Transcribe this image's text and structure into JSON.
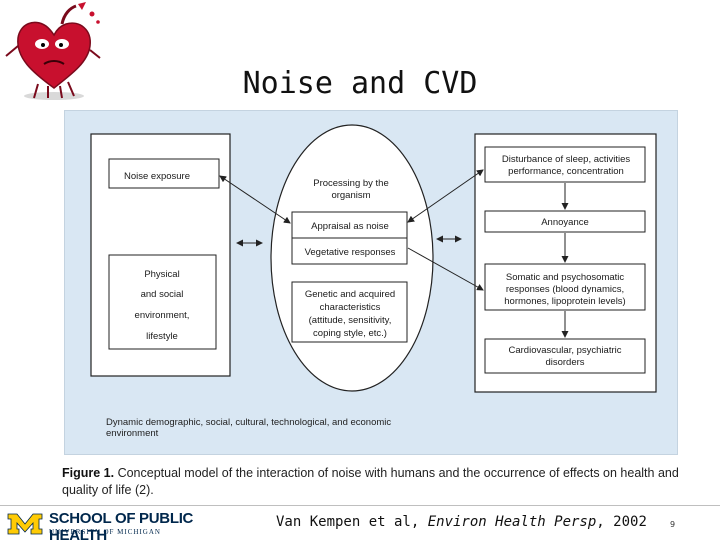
{
  "slide": {
    "title": "Noise and CVD",
    "slide_number": "9"
  },
  "diagram": {
    "left_box": {
      "noise_exposure": "Noise exposure",
      "physical_lines": [
        "Physical",
        "and social",
        "environment,",
        "lifestyle"
      ]
    },
    "center_oval": {
      "processing_lines": [
        "Processing by the",
        "organism"
      ],
      "appraisal": "Appraisal as noise",
      "vegetative": "Vegetative responses",
      "genetic_lines": [
        "Genetic and acquired",
        "characteristics",
        "(attitude, sensitivity,",
        "coping style, etc.)"
      ]
    },
    "right_box": {
      "disturbance_lines": [
        "Disturbance of sleep, activities",
        "performance, concentration"
      ],
      "annoyance": "Annoyance",
      "somatic_lines": [
        "Somatic and psychosomatic",
        "responses (blood dynamics,",
        "hormones, lipoprotein levels)"
      ],
      "cardio_lines": [
        "Cardiovascular, psychiatric",
        "disorders"
      ]
    },
    "environment": "Dynamic demographic, social, cultural, technological, and economic environment"
  },
  "caption": {
    "label": "Figure 1.",
    "text": "Conceptual model of the interaction of noise with humans and the occurrence of effects on health and quality of life (2)."
  },
  "footer": {
    "school_name": "SCHOOL OF PUBLIC HEALTH",
    "school_sub": "UNIVERSITY OF MICHIGAN",
    "citation_authors": "Van Kempen et al, ",
    "citation_journal": "Environ Health Persp",
    "citation_year": ", 2002"
  },
  "colors": {
    "figure_bg": "#d9e7f3",
    "box_border": "#222222",
    "michigan_maize": "#ffcb05",
    "michigan_blue": "#00274c",
    "heart_red": "#c8102e"
  },
  "icons": {
    "logo": "cartoon-heart-logo",
    "university": "block-m-icon"
  }
}
